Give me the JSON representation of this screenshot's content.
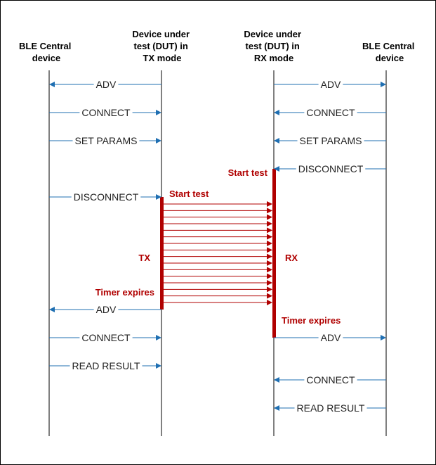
{
  "participants": [
    {
      "id": "central_left",
      "lines": [
        "BLE Central",
        "device"
      ]
    },
    {
      "id": "dut_tx",
      "lines": [
        "Device under",
        "test (DUT) in",
        "TX mode"
      ]
    },
    {
      "id": "dut_rx",
      "lines": [
        "Device under",
        "test (DUT) in",
        "RX mode"
      ]
    },
    {
      "id": "central_right",
      "lines": [
        "BLE Central",
        "device"
      ]
    }
  ],
  "left_messages": [
    {
      "label": "ADV",
      "direction": "to_central"
    },
    {
      "label": "CONNECT",
      "direction": "to_dut"
    },
    {
      "label": "SET PARAMS",
      "direction": "to_dut"
    },
    {
      "label": "DISCONNECT",
      "direction": "to_dut"
    },
    {
      "label": "ADV",
      "direction": "to_central"
    },
    {
      "label": "CONNECT",
      "direction": "to_dut"
    },
    {
      "label": "READ RESULT",
      "direction": "to_dut"
    }
  ],
  "right_messages": [
    {
      "label": "ADV",
      "direction": "to_central"
    },
    {
      "label": "CONNECT",
      "direction": "to_dut"
    },
    {
      "label": "SET PARAMS",
      "direction": "to_dut"
    },
    {
      "label": "DISCONNECT",
      "direction": "to_dut"
    },
    {
      "label": "ADV",
      "direction": "to_central"
    },
    {
      "label": "CONNECT",
      "direction": "to_dut"
    },
    {
      "label": "READ RESULT",
      "direction": "to_dut"
    }
  ],
  "annotations": {
    "tx_start": "Start test",
    "rx_start": "Start test",
    "tx_label": "TX",
    "rx_label": "RX",
    "tx_timer": "Timer expires",
    "rx_timer": "Timer expires"
  },
  "packet_arrow_count": 16,
  "colors": {
    "message_arrow": "#1f6fb2",
    "test_highlight": "#b00000",
    "lifeline": "#000000"
  }
}
